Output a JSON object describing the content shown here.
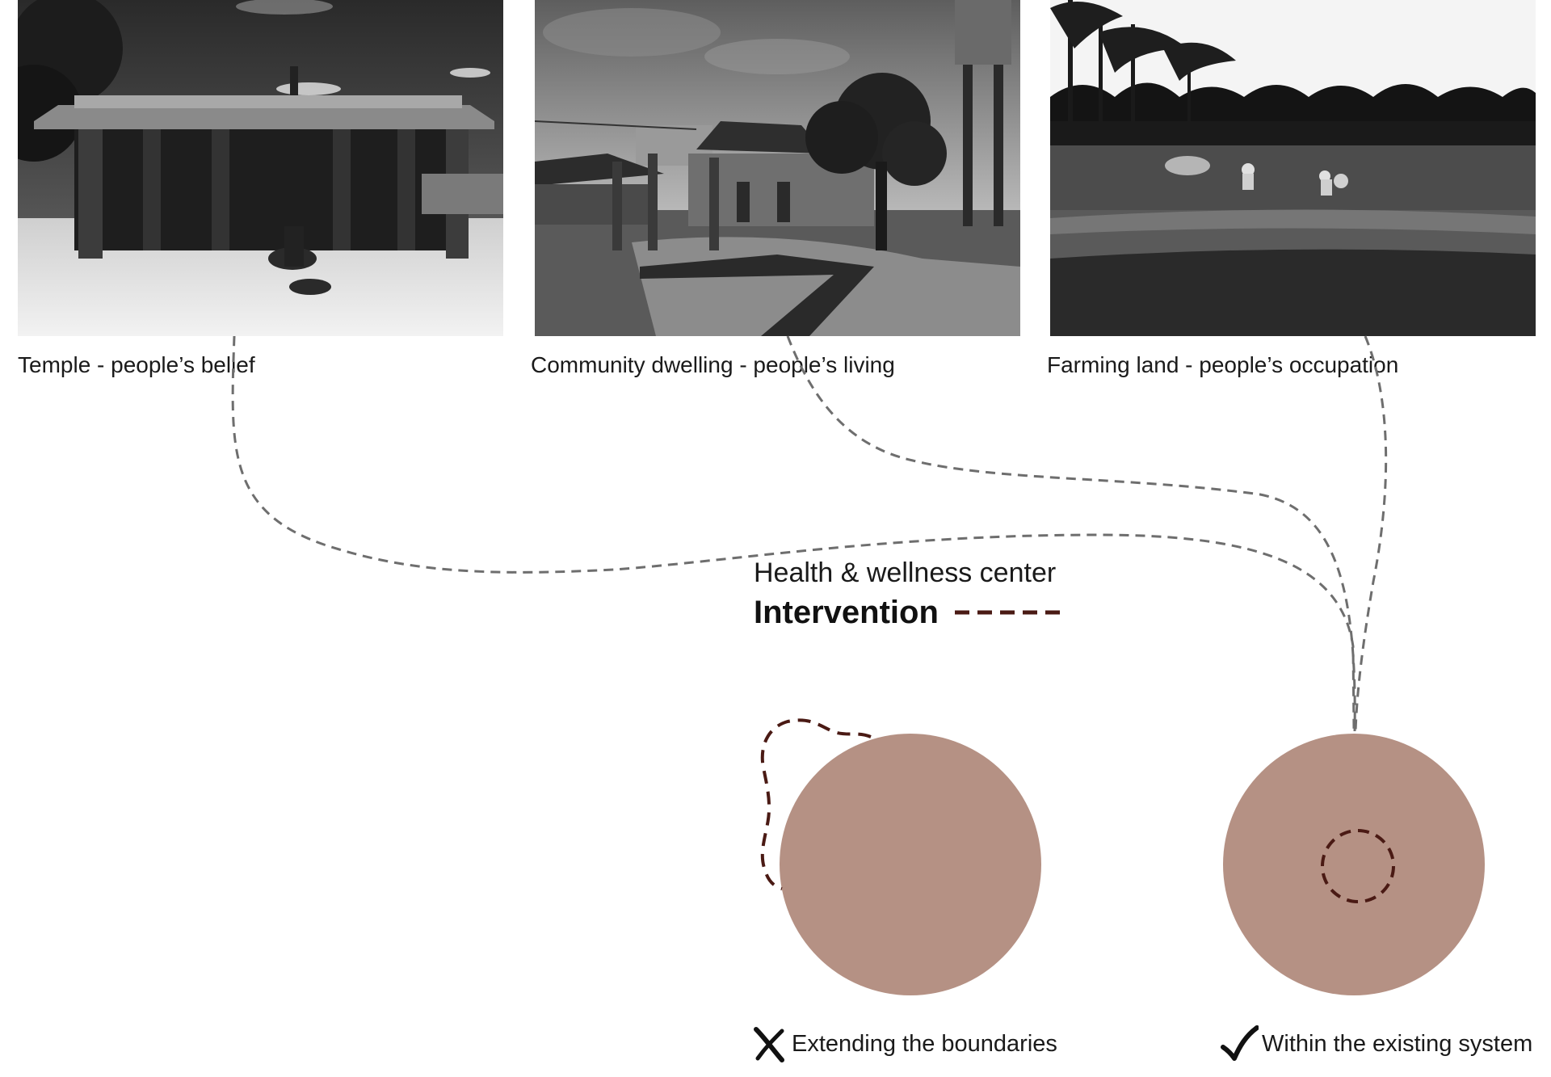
{
  "photos": [
    {
      "caption": "Temple - people’s belief"
    },
    {
      "caption": "Community dwelling - people’s living"
    },
    {
      "caption": "Farming land - people’s occupation"
    }
  ],
  "center": {
    "title": "Health & wellness center",
    "legend_label": "Intervention"
  },
  "options": [
    {
      "label": "Extending the boundaries",
      "icon": "cross-icon"
    },
    {
      "label": "Within the existing system",
      "icon": "check-icon"
    }
  ],
  "colors": {
    "circle_fill": "#b59184",
    "intervention_dash": "#4a1a14",
    "connector_dash": "#6e6e6e"
  }
}
